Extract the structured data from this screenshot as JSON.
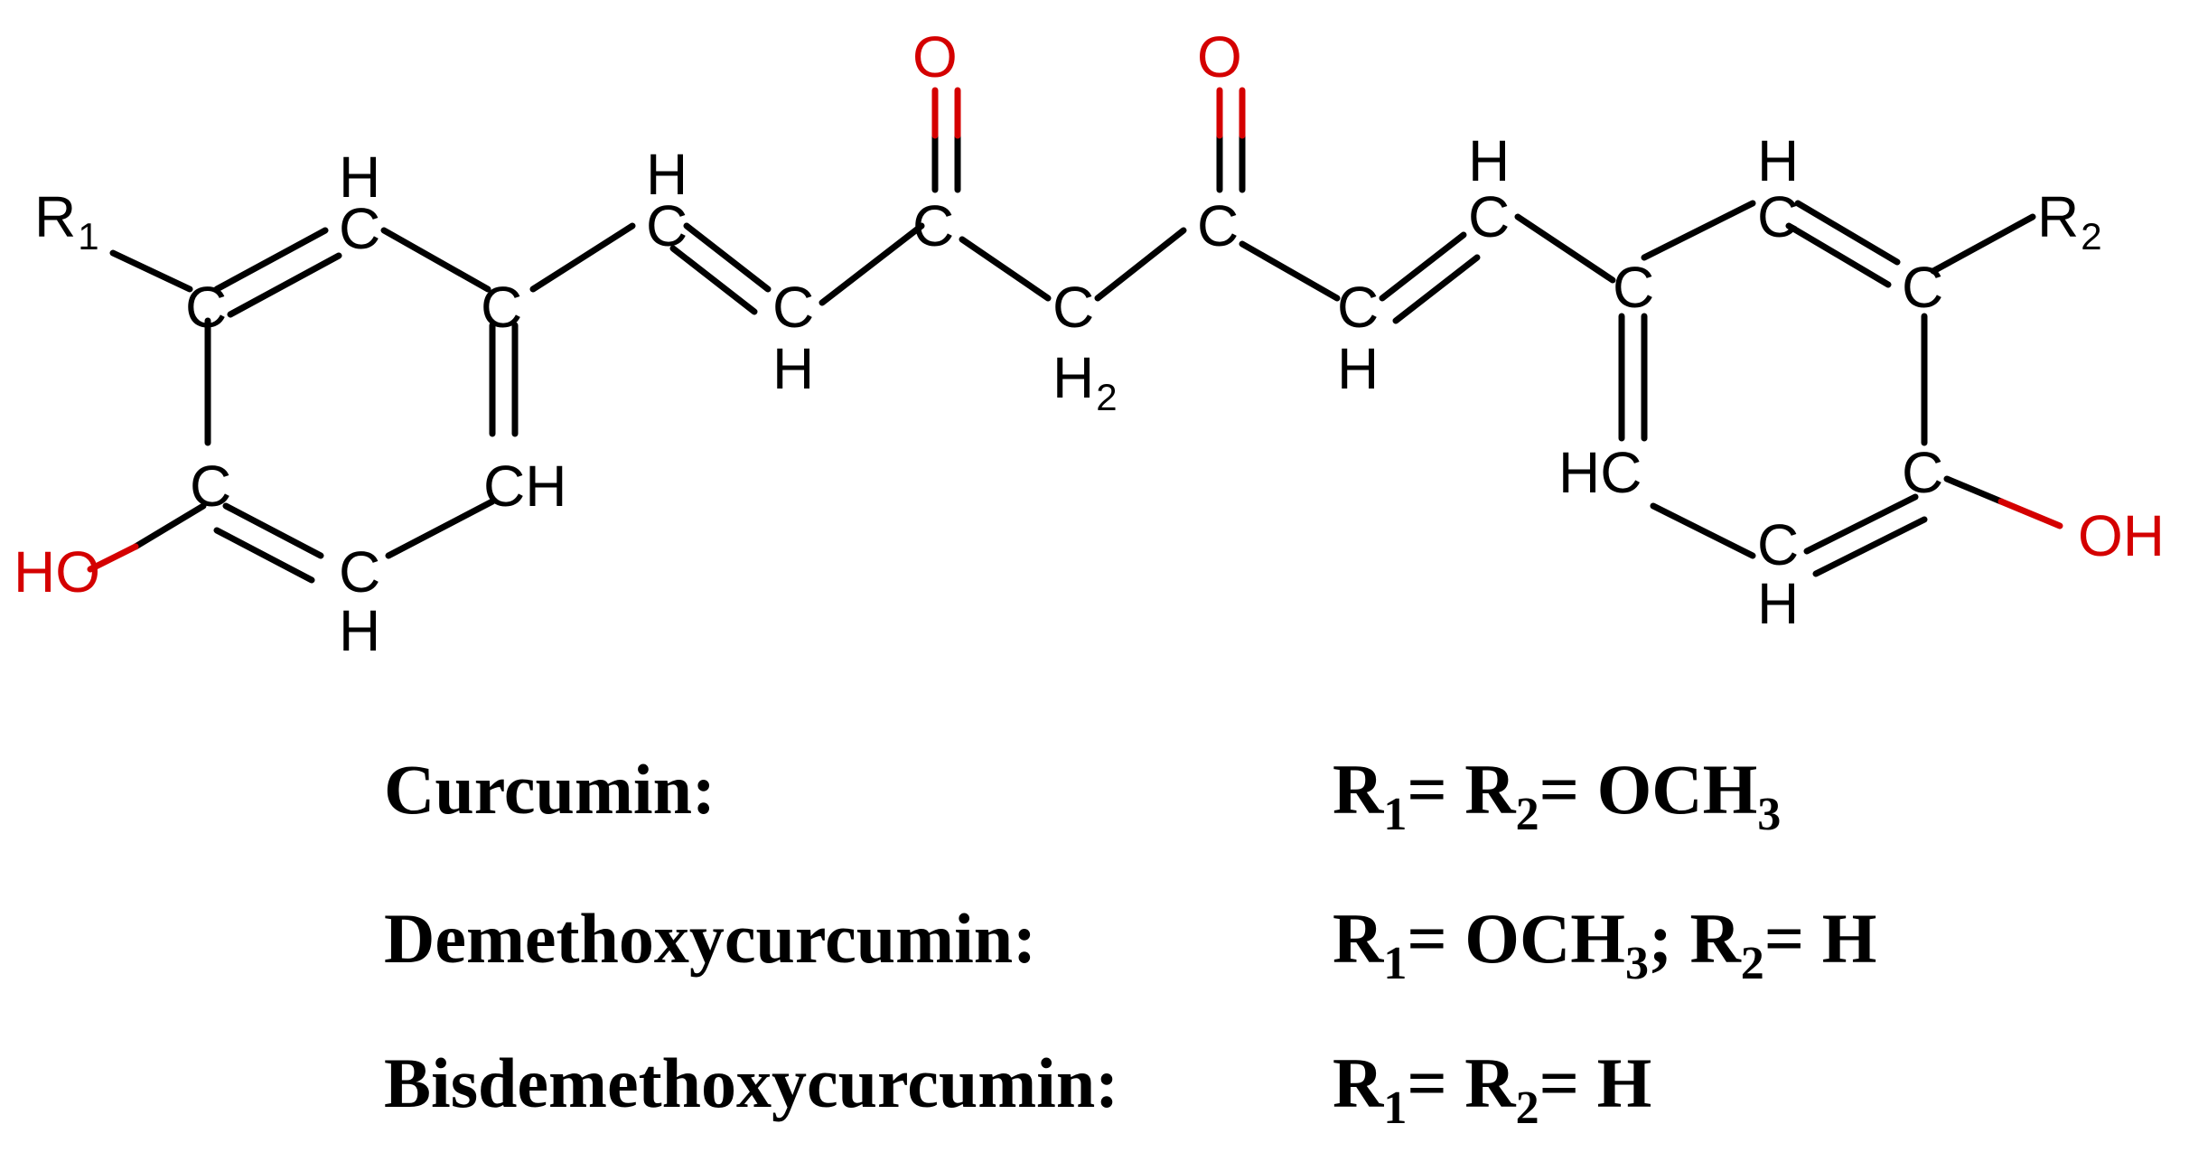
{
  "atoms": {
    "r1": "R",
    "r1_sub": "1",
    "r2": "R",
    "r2_sub": "2",
    "c": "C",
    "h": "H",
    "hc": "HC",
    "ch": "CH",
    "ho": "HO",
    "oh": "OH",
    "o": "O",
    "h2": "H",
    "h2_sub": "2"
  },
  "colors": {
    "bonds": "#000000",
    "oxygen": "#d40000"
  },
  "legend": [
    {
      "name": "Curcumin:",
      "formula": [
        {
          "t": "R"
        },
        {
          "t": "1",
          "sub": true
        },
        {
          "t": "= R"
        },
        {
          "t": "2",
          "sub": true
        },
        {
          "t": "= OCH"
        },
        {
          "t": "3",
          "sub": true
        }
      ]
    },
    {
      "name": "Demethoxycurcumin:",
      "formula": [
        {
          "t": "R"
        },
        {
          "t": "1",
          "sub": true
        },
        {
          "t": "= OCH"
        },
        {
          "t": "3",
          "sub": true
        },
        {
          "t": "; R"
        },
        {
          "t": "2",
          "sub": true
        },
        {
          "t": "= H"
        }
      ]
    },
    {
      "name": "Bisdemethoxycurcumin:",
      "formula": [
        {
          "t": "R"
        },
        {
          "t": "1",
          "sub": true
        },
        {
          "t": "= R"
        },
        {
          "t": "2",
          "sub": true
        },
        {
          "t": "= H"
        }
      ]
    }
  ]
}
